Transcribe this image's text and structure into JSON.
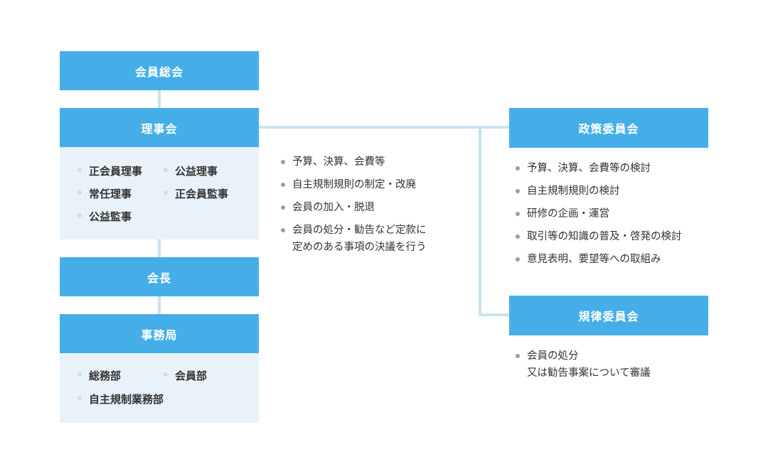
{
  "boxes": {
    "general_meeting": "会員総会",
    "board": "理事会",
    "chairman": "会長",
    "secretariat": "事務局",
    "policy_committee": "政策委員会",
    "discipline_committee": "規律委員会"
  },
  "board_members": [
    "正会員理事",
    "公益理事",
    "常任理事",
    "正会員監事",
    "公益監事"
  ],
  "secretariat_depts": [
    "総務部",
    "会員部",
    "自主規制業務部"
  ],
  "board_duties": [
    "予算、決算、会費等",
    "自主規制規則の制定・改廃",
    "会員の加入・脱退",
    "会員の処分・勧告など定款に",
    "定めのある事項の決議を行う"
  ],
  "policy_duties": [
    "予算、決算、会費等の検討",
    "自主規制規則の検討",
    "研修の企画・運営",
    "取引等の知識の普及・啓発の検討",
    "意見表明、要望等への取組み"
  ],
  "discipline_duties": [
    "会員の処分",
    "又は勧告事案について審議"
  ],
  "colors": {
    "box": "#45aee8",
    "panel": "#e9f2f9",
    "connector": "#c7e3f0"
  }
}
